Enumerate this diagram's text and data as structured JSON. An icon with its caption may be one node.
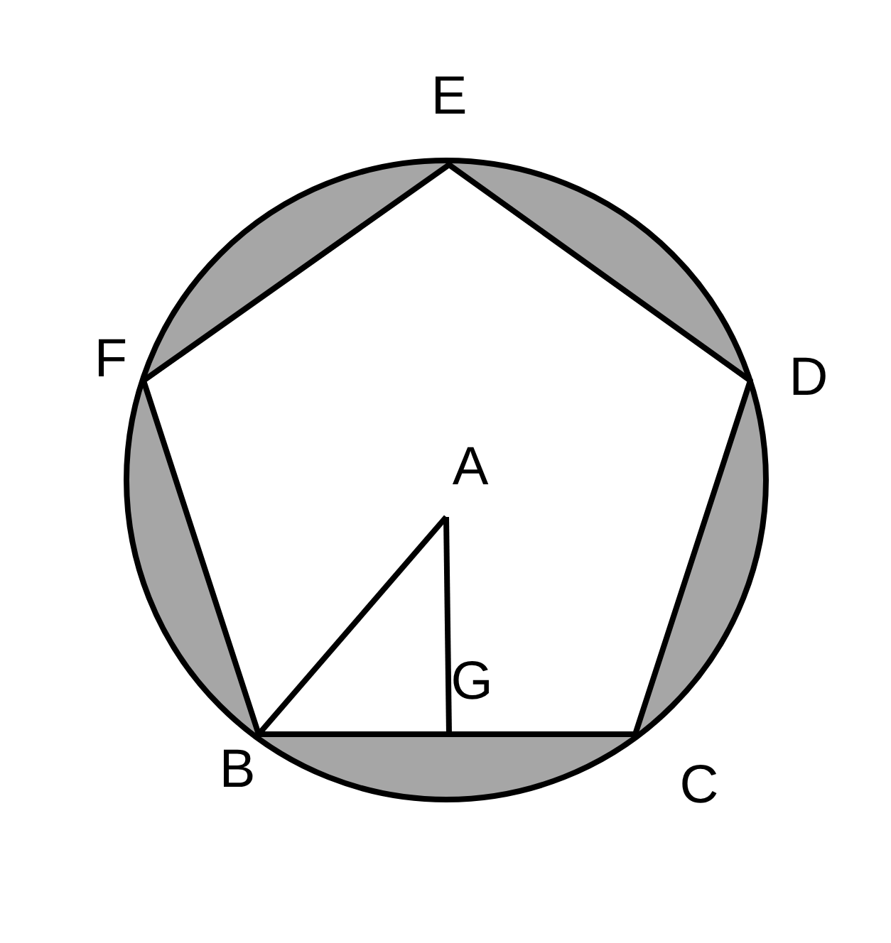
{
  "diagram": {
    "labels": [
      "E",
      "F",
      "D",
      "A",
      "G",
      "B",
      "C"
    ]
  }
}
